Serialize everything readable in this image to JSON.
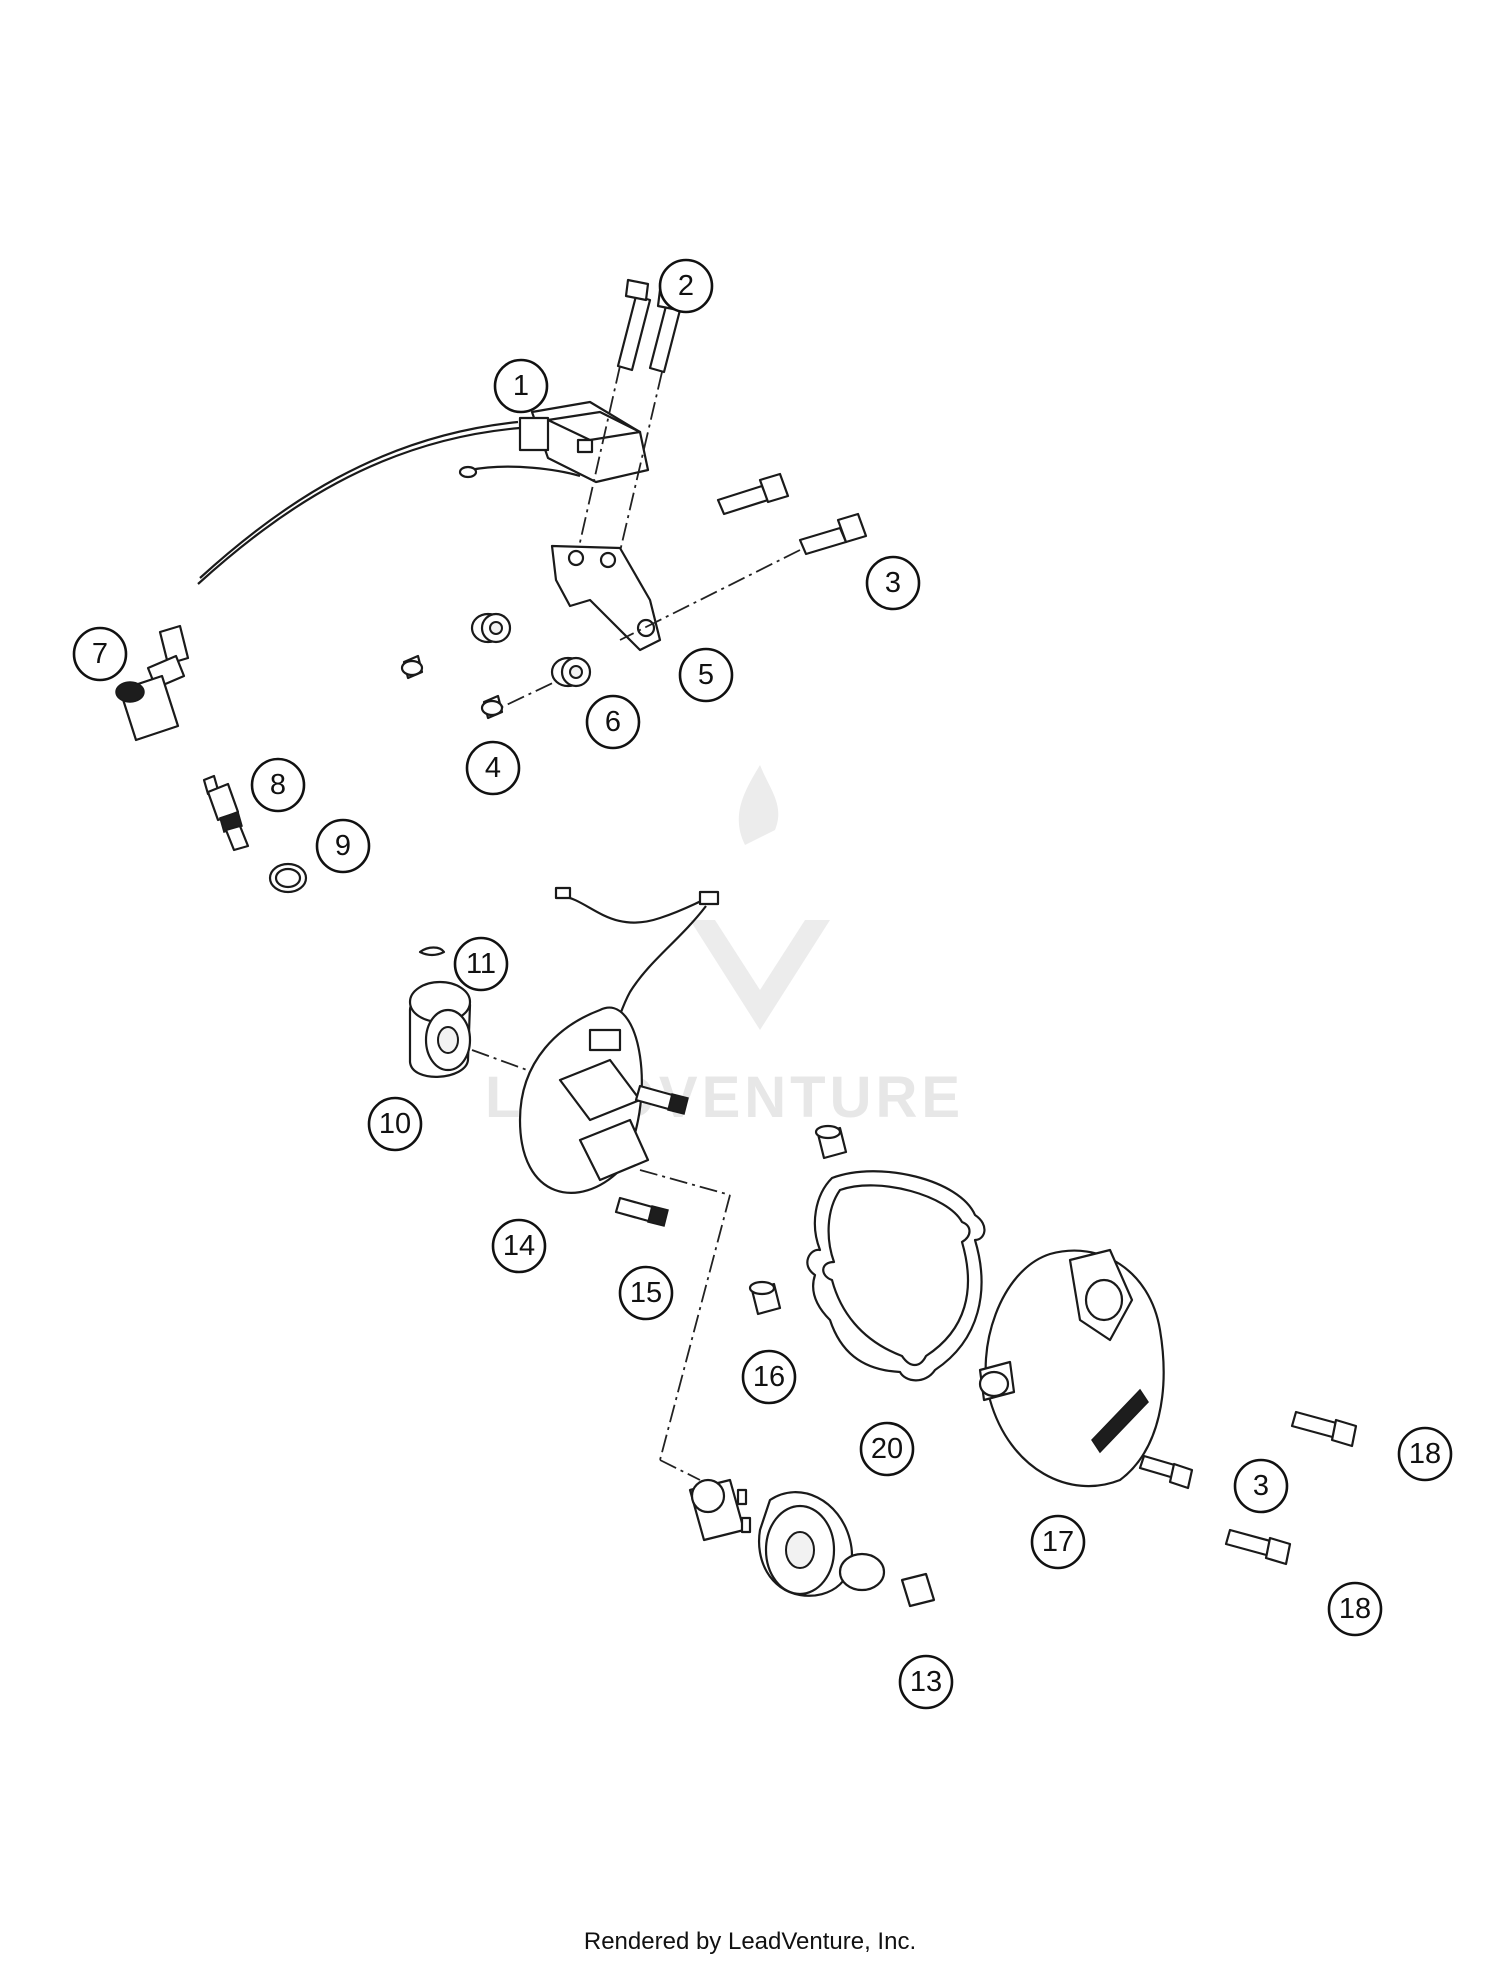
{
  "diagram": {
    "callouts": [
      "1",
      "2",
      "3",
      "4",
      "5",
      "6",
      "7",
      "8",
      "9",
      "10",
      "11",
      "13",
      "14",
      "15",
      "16",
      "17",
      "18",
      "20",
      "3",
      "18"
    ],
    "watermark_text": "LEADVENTURE"
  },
  "footer": {
    "text": "Rendered by LeadVenture, Inc."
  },
  "colors": {
    "line": "#1a1a1a",
    "watermark": "#e7e7e7",
    "background": "#ffffff"
  }
}
